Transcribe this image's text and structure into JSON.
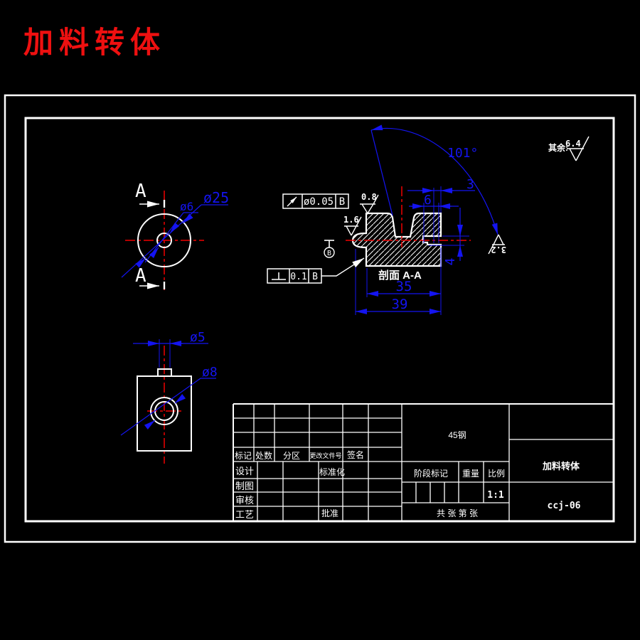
{
  "title": "加料转体",
  "colors": {
    "background": "#000000",
    "lines": "#ffffff",
    "dimensions": "#1414f0",
    "centerlines": "#f00000",
    "title_text": "#ee1010"
  },
  "surface_note": {
    "prefix": "其余:",
    "value": "6.4"
  },
  "front_view": {
    "section_letter": "A",
    "dim_hole": "ø6",
    "dim_outer": "ø25"
  },
  "section_view": {
    "caption": "剖面 A-A",
    "dim_inner_width": "35",
    "dim_outer_width": "39",
    "dim_angle": "101°",
    "dim_step": "3",
    "dim_slot_width": "6",
    "dim_slot_height": "4",
    "roughness_top": "0.8",
    "roughness_left": "1.6",
    "roughness_right": "3.2",
    "fcf_runout_value": "ø0.05",
    "fcf_runout_datum": "B",
    "fcf_perp_value": "0.1",
    "fcf_perp_datum": "B",
    "datum_label": "B"
  },
  "side_view": {
    "dim_boss_hole": "ø5",
    "dim_hole": "ø8"
  },
  "title_block": {
    "material": "45钢",
    "part_name": "加料转体",
    "drawing_number": "ccj-06",
    "scale_value": "1:1",
    "sheet_note": "共 张 第 张",
    "labels": {
      "mark": "标记",
      "count": "处数",
      "zone": "分区",
      "change_file_no": "更改文件号",
      "signature": "签名",
      "design": "设计",
      "standardization": "标准化",
      "drafting": "制图",
      "review": "审核",
      "process": "工艺",
      "approval": "批准",
      "stage_mark": "阶段标记",
      "weight": "重量",
      "scale": "比例"
    }
  }
}
